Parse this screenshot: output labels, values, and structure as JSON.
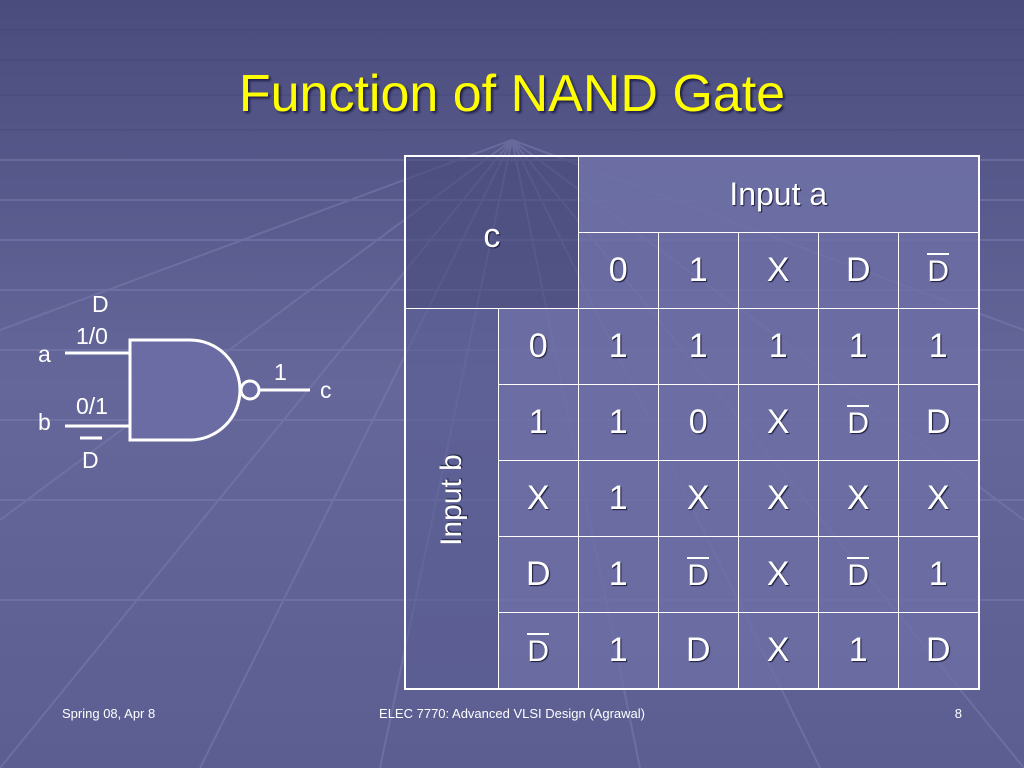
{
  "slide": {
    "title": "Function of NAND Gate",
    "colors": {
      "background": "#5a5c8e",
      "title": "#ffff00",
      "text": "#ffffff"
    }
  },
  "circuit": {
    "input_a_name": "a",
    "input_a_value": "1/0",
    "input_a_symbol": "D",
    "input_b_name": "b",
    "input_b_value": "0/1",
    "input_b_symbol": "D",
    "output_name": "c",
    "output_value": "1"
  },
  "table": {
    "corner_label": "c",
    "column_header": "Input a",
    "row_header": "Input b",
    "columns": [
      {
        "text": "0",
        "bar": false
      },
      {
        "text": "1",
        "bar": false
      },
      {
        "text": "X",
        "bar": false
      },
      {
        "text": "D",
        "bar": false
      },
      {
        "text": "D",
        "bar": true
      }
    ],
    "rows": [
      {
        "label": {
          "text": "0",
          "bar": false
        },
        "cells": [
          {
            "text": "1",
            "bar": false
          },
          {
            "text": "1",
            "bar": false
          },
          {
            "text": "1",
            "bar": false
          },
          {
            "text": "1",
            "bar": false
          },
          {
            "text": "1",
            "bar": false
          }
        ]
      },
      {
        "label": {
          "text": "1",
          "bar": false
        },
        "cells": [
          {
            "text": "1",
            "bar": false
          },
          {
            "text": "0",
            "bar": false
          },
          {
            "text": "X",
            "bar": false
          },
          {
            "text": "D",
            "bar": true
          },
          {
            "text": "D",
            "bar": false
          }
        ]
      },
      {
        "label": {
          "text": "X",
          "bar": false
        },
        "cells": [
          {
            "text": "1",
            "bar": false
          },
          {
            "text": "X",
            "bar": false
          },
          {
            "text": "X",
            "bar": false
          },
          {
            "text": "X",
            "bar": false
          },
          {
            "text": "X",
            "bar": false
          }
        ]
      },
      {
        "label": {
          "text": "D",
          "bar": false
        },
        "cells": [
          {
            "text": "1",
            "bar": false
          },
          {
            "text": "D",
            "bar": true
          },
          {
            "text": "X",
            "bar": false
          },
          {
            "text": "D",
            "bar": true
          },
          {
            "text": "1",
            "bar": false
          }
        ]
      },
      {
        "label": {
          "text": "D",
          "bar": true
        },
        "cells": [
          {
            "text": "1",
            "bar": false
          },
          {
            "text": "D",
            "bar": false
          },
          {
            "text": "X",
            "bar": false
          },
          {
            "text": "1",
            "bar": false
          },
          {
            "text": "D",
            "bar": false
          }
        ]
      }
    ]
  },
  "footer": {
    "left": "Spring 08, Apr 8",
    "center": "ELEC 7770: Advanced VLSI Design (Agrawal)",
    "right": "8"
  }
}
